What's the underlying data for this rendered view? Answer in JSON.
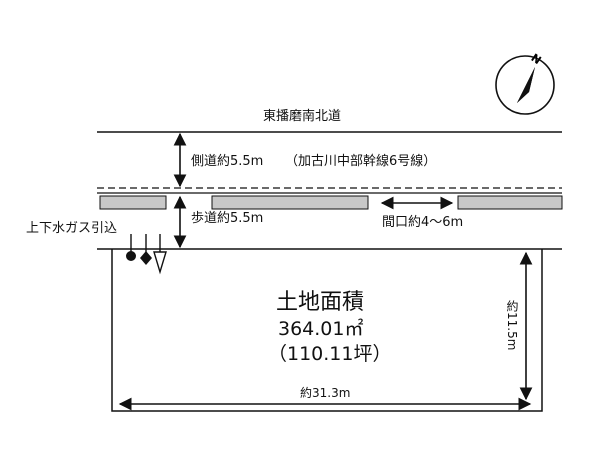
{
  "road": {
    "name": "東播磨南北道",
    "route": "（加古川中部幹線6号線）",
    "carriageway": "側道約5.5m",
    "sidewalk": "歩道約5.5m",
    "frontage_opening": "間口約4～6m"
  },
  "utilities": {
    "label": "上下水ガス引込"
  },
  "lot": {
    "title": "土地面積",
    "area_sqm": "364.01㎡",
    "area_tsubo": "（110.11坪）",
    "width": "約31.3m",
    "depth": "約11.5m"
  },
  "compass": {
    "label": "N"
  }
}
